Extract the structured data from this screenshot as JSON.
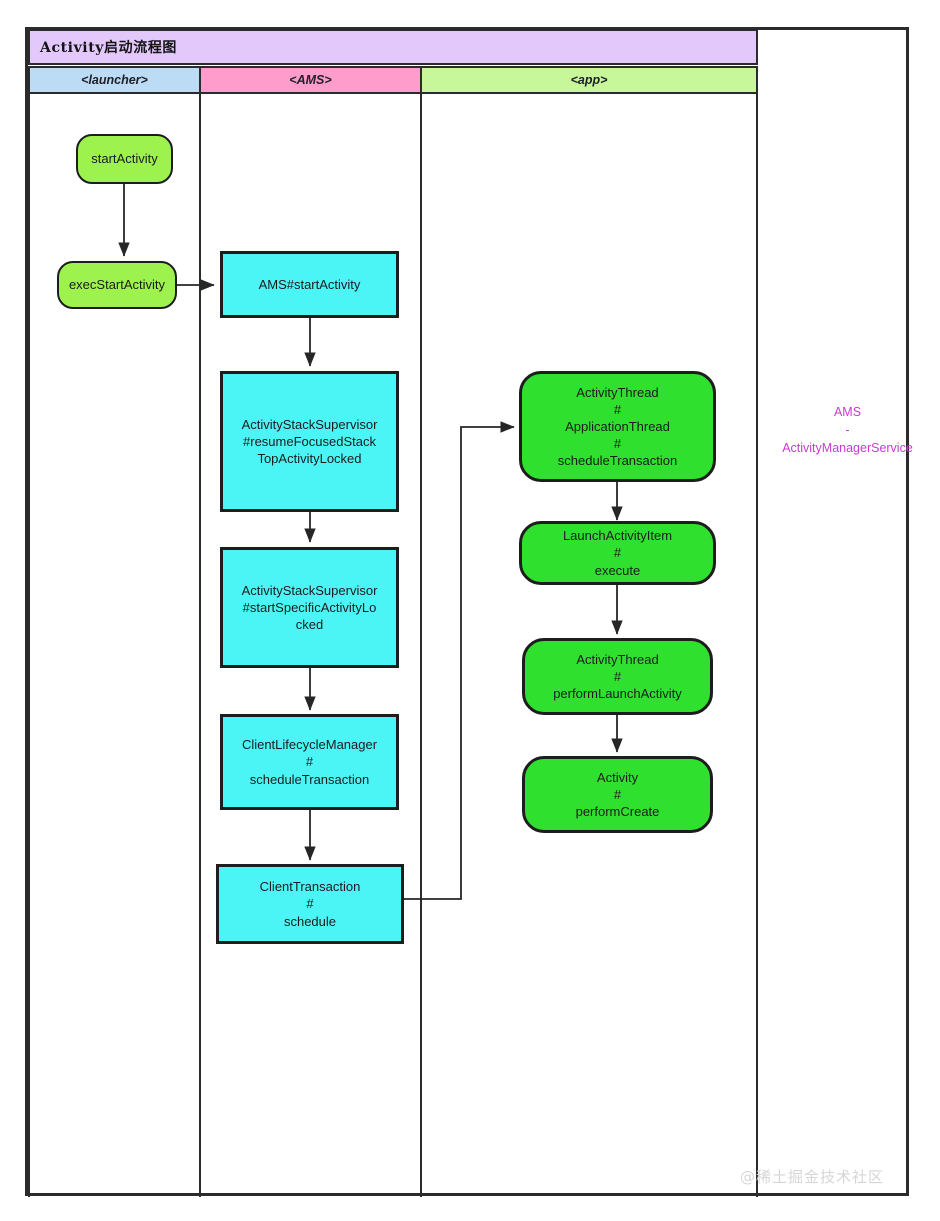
{
  "diagram": {
    "title": "Activity启动流程图",
    "watermark": "@稀土掘金技术社区",
    "legend": "AMS\n-\nActivityManagerService",
    "colors": {
      "title_bar": "#e3c8fb",
      "lane_launcher": "#bcdcf5",
      "lane_ams": "#fe9ccb",
      "lane_app": "#c8f69a",
      "node_lime": "#9df24d",
      "node_cyan": "#4cf5f5",
      "node_green": "#2fe02f",
      "stroke": "#1d1d1d",
      "legend_text": "#c83ccd",
      "watermark_text": "#d6d6d6"
    }
  },
  "lanes": [
    {
      "id": "launcher",
      "label": "<launcher>"
    },
    {
      "id": "ams",
      "label": "<AMS>"
    },
    {
      "id": "app",
      "label": "<app>"
    }
  ],
  "nodes": {
    "start_activity": {
      "label": "startActivity",
      "lane": "launcher",
      "shape": "stadium-lime"
    },
    "exec_start_activity": {
      "label": "execStartActivity",
      "lane": "launcher",
      "shape": "stadium-lime"
    },
    "ams_start_activity": {
      "label": "AMS#startActivity",
      "lane": "ams",
      "shape": "rect-cyan"
    },
    "resume_focused": {
      "label": "ActivityStackSupervisor\n#resumeFocusedStack\nTopActivityLocked",
      "lane": "ams",
      "shape": "rect-cyan"
    },
    "start_specific": {
      "label": "ActivityStackSupervisor\n#startSpecificActivityLo\ncked",
      "lane": "ams",
      "shape": "rect-cyan"
    },
    "client_lifecycle_manager": {
      "label": "ClientLifecycleManager\n#\nscheduleTransaction",
      "lane": "ams",
      "shape": "rect-cyan"
    },
    "client_transaction": {
      "label": "ClientTransaction\n#\nschedule",
      "lane": "ams",
      "shape": "rect-cyan"
    },
    "schedule_transaction_app": {
      "label": "ActivityThread\n#\nApplicationThread\n#\nscheduleTransaction",
      "lane": "app",
      "shape": "stadium-green"
    },
    "launch_activity_item": {
      "label": "LaunchActivityItem\n#\nexecute",
      "lane": "app",
      "shape": "stadium-green"
    },
    "perform_launch_activity": {
      "label": "ActivityThread\n#\nperformLaunchActivity",
      "lane": "app",
      "shape": "stadium-green"
    },
    "perform_create": {
      "label": "Activity\n#\nperformCreate",
      "lane": "app",
      "shape": "stadium-green"
    }
  },
  "edges": [
    {
      "from": "start_activity",
      "to": "exec_start_activity"
    },
    {
      "from": "exec_start_activity",
      "to": "ams_start_activity"
    },
    {
      "from": "ams_start_activity",
      "to": "resume_focused"
    },
    {
      "from": "resume_focused",
      "to": "start_specific"
    },
    {
      "from": "start_specific",
      "to": "client_lifecycle_manager"
    },
    {
      "from": "client_lifecycle_manager",
      "to": "client_transaction"
    },
    {
      "from": "client_transaction",
      "to": "schedule_transaction_app"
    },
    {
      "from": "schedule_transaction_app",
      "to": "launch_activity_item"
    },
    {
      "from": "launch_activity_item",
      "to": "perform_launch_activity"
    },
    {
      "from": "perform_launch_activity",
      "to": "perform_create"
    }
  ]
}
